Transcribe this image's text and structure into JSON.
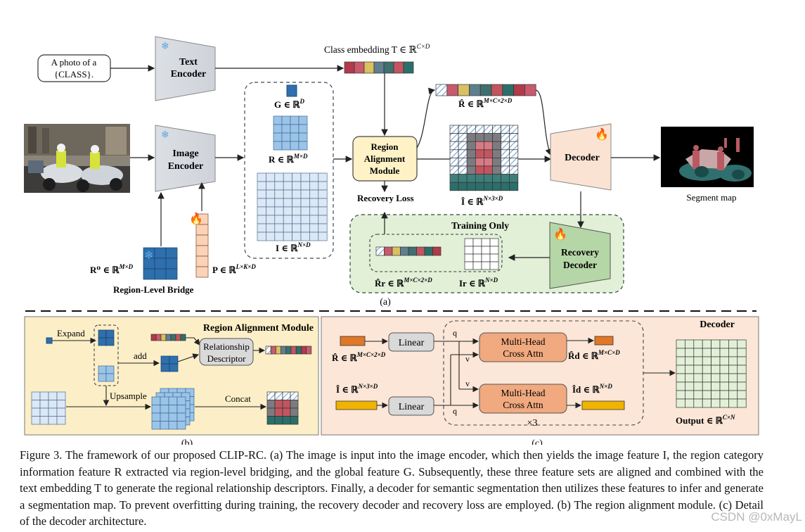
{
  "figure": {
    "panel_a": {
      "prompt": [
        "A photo of a",
        "{CLASS}."
      ],
      "text_encoder": [
        "Text",
        "Encoder"
      ],
      "image_encoder": [
        "Image",
        "Encoder"
      ],
      "class_embedding": "Class embedding T ∈ ℝ",
      "class_embedding_sup": "C×D",
      "g_label": "G ∈ ℝ",
      "g_sup": "D",
      "r_label": "R ∈ ℝ",
      "r_sup": "M×D",
      "i_label": "I ∈ ℝ",
      "i_sup": "N×D",
      "r0_label": "R⁰ ∈ ℝ",
      "r0_sup": "M×D",
      "p_label": "P ∈ ℝ",
      "p_sup": "L×K×D",
      "bridge": "Region-Level Bridge",
      "ram": [
        "Region",
        "Alignment",
        "Module"
      ],
      "recovery_loss": "Recovery Loss",
      "rhat_label": "R̂ ∈ ℝ",
      "rhat_sup": "M×C×2×D",
      "ihat_label": "Î ∈ ℝ",
      "ihat_sup": "N×3×D",
      "decoder": "Decoder",
      "segment_map": "Segment map",
      "training_only": "Training Only",
      "recovery_decoder": [
        "Recovery",
        "Decoder"
      ],
      "rr_label": "R̂r ∈ ℝ",
      "rr_sup": "M×C×2×D",
      "ir_label": "Ir ∈ ℝ",
      "ir_sup": "N×D",
      "tag": "(a)"
    },
    "panel_b": {
      "title": "Region Alignment Module",
      "expand": "Expand",
      "add": "add",
      "upsample": "Upsample",
      "concat": "Concat",
      "relationship": [
        "Relationship",
        "Descriptor"
      ],
      "tag": "(b)"
    },
    "panel_c": {
      "title": "Decoder",
      "linear": "Linear",
      "mhca": [
        "Multi-Head",
        "Cross Attn"
      ],
      "q": "q",
      "v": "v",
      "times3": "×3",
      "rhat_label": "R̂ ∈ ℝ",
      "rhat_sup": "M×C×2×D",
      "ihat_label": "Î ∈ ℝ",
      "ihat_sup": "N×3×D",
      "rd_label": "R̂d ∈ ℝ",
      "rd_sup": "M×C×D",
      "id_label": "Îd ∈ ℝ",
      "id_sup": "N×D",
      "output_label": "Output ∈ ℝ",
      "output_sup": "C×N",
      "tag": "(c)"
    },
    "colors": {
      "embedding": [
        "#b23a4a",
        "#c75a6c",
        "#d9c060",
        "#5f7f8f",
        "#3f6f6f",
        "#c2555f",
        "#2c6f6a"
      ],
      "blue": "#2e6fad",
      "light_blue": "#9cc4e8",
      "pale_blue": "#dce8f5",
      "green_fill": "#e3f0d8",
      "decoder_fill": "#fbe3d3",
      "ram_fill": "#fff2c6",
      "panel_b_bg": "#fcefc7",
      "panel_c_bg": "#fbe6d8",
      "orange": "#e07828",
      "gold": "#f0b400"
    }
  },
  "caption": "Figure 3. The framework of our proposed CLIP-RC. (a) The image is input into the image encoder, which then yields the image feature I, the region category information feature R extracted via region-level bridging, and the global feature G. Subsequently, these three feature sets are aligned and combined with the text embedding T to generate the regional relationship descriptors. Finally, a decoder for semantic segmentation then utilizes these features to infer and generate a segmentation map. To prevent overfitting during training, the recovery decoder and recovery loss are employed. (b) The region alignment module. (c) Detail of the decoder architecture.",
  "watermark": "CSDN @0xMayL"
}
